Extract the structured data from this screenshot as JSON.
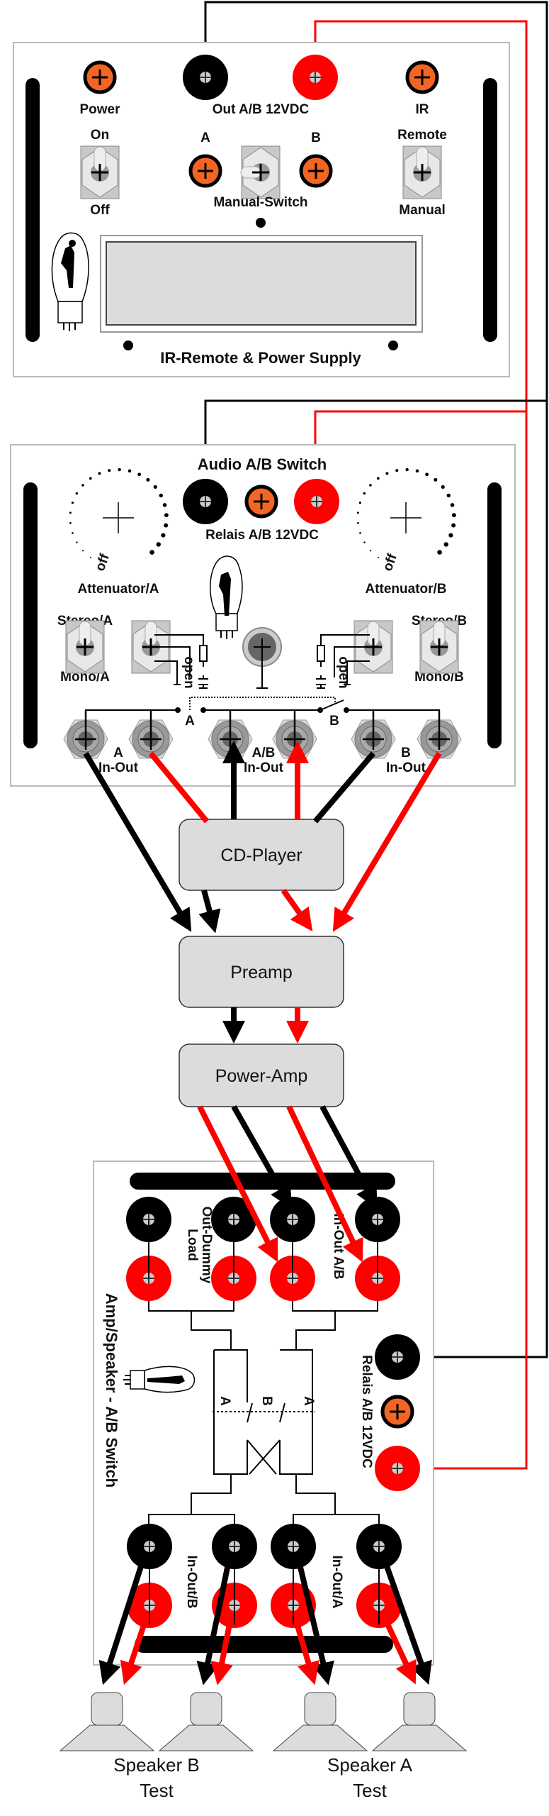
{
  "colors": {
    "wire_black": "#000000",
    "wire_red": "#ff0000",
    "terminal_orange": "#f26522",
    "panel_border": "#c8c8c8",
    "box_fill": "#dcdcdc"
  },
  "power_supply": {
    "title": "IR-Remote & Power Supply",
    "power": "Power",
    "out": "Out A/B 12VDC",
    "ir": "IR",
    "on": "On",
    "off": "Off",
    "a": "A",
    "b": "B",
    "manual_switch": "Manual-Switch",
    "remote": "Remote",
    "manual": "Manual"
  },
  "audio_switch": {
    "title": "Audio A/B Switch",
    "relais": "Relais A/B 12VDC",
    "att_a": "Attenuator/A",
    "att_b": "Attenuator/B",
    "off": "off",
    "stereo_a": "Stereo/A",
    "mono_a": "Mono/A",
    "stereo_b": "Stereo/B",
    "mono_b": "Mono/B",
    "open": "open",
    "bus_a": "A",
    "bus_b": "B",
    "jack_a": "A",
    "jack_ab": "A/B",
    "jack_b": "B",
    "in_out": "In-Out"
  },
  "devices": {
    "cd": "CD-Player",
    "preamp": "Preamp",
    "power_amp": "Power-Amp"
  },
  "speaker_switch": {
    "title": "Amp/Speaker - A/B Switch",
    "dummy": "Out-Dummy",
    "load": "Load",
    "in_out_ab": "In-Out A/B",
    "relais": "Relais A/B 12VDC",
    "relay_a": "A",
    "relay_b": "B",
    "in_out_b": "In-Out/B",
    "in_out_a": "In-Out/A"
  },
  "speakers": {
    "b": "Speaker B",
    "a": "Speaker A",
    "test": "Test"
  }
}
